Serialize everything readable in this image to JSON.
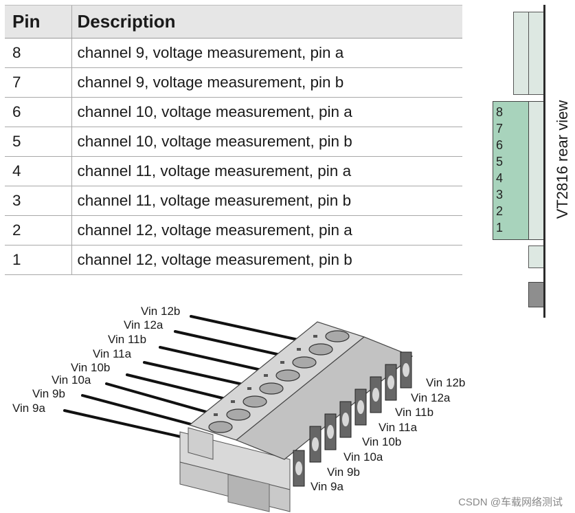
{
  "table": {
    "headers": {
      "pin": "Pin",
      "description": "Description"
    },
    "rows": [
      {
        "pin": "8",
        "description": "channel 9, voltage measurement, pin a"
      },
      {
        "pin": "7",
        "description": "channel 9, voltage measurement, pin b"
      },
      {
        "pin": "6",
        "description": "channel 10, voltage measurement, pin a"
      },
      {
        "pin": "5",
        "description": "channel 10, voltage measurement, pin b"
      },
      {
        "pin": "4",
        "description": "channel 11, voltage measurement, pin a"
      },
      {
        "pin": "3",
        "description": "channel 11, voltage measurement, pin b"
      },
      {
        "pin": "2",
        "description": "channel 12, voltage measurement, pin a"
      },
      {
        "pin": "1",
        "description": "channel 12, voltage measurement, pin b"
      }
    ]
  },
  "rear_view": {
    "caption": "VT2816 rear view",
    "pin_numbers": [
      "8",
      "7",
      "6",
      "5",
      "4",
      "3",
      "2",
      "1"
    ]
  },
  "connector": {
    "wire_labels": [
      "Vin 12b",
      "Vin 12a",
      "Vin 11b",
      "Vin 11a",
      "Vin 10b",
      "Vin 10a",
      "Vin 9b",
      "Vin 9a"
    ],
    "side_labels": [
      "Vin 12b",
      "Vin 12a",
      "Vin 11b",
      "Vin 11a",
      "Vin 10b",
      "Vin 10a",
      "Vin 9b",
      "Vin 9a"
    ]
  },
  "watermark": "CSDN @车载网络测试"
}
